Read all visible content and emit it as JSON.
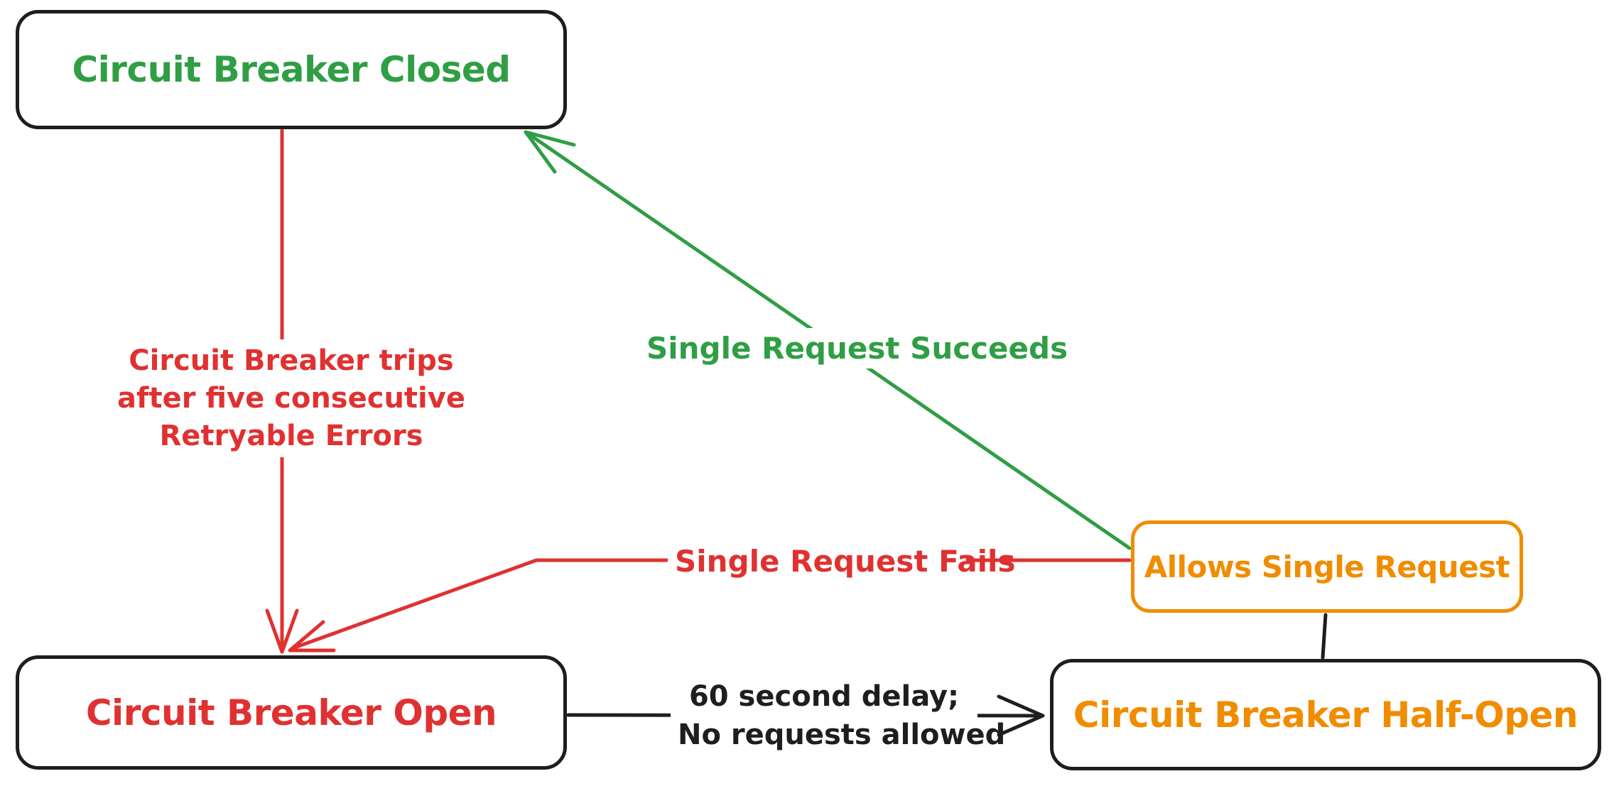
{
  "diagram": {
    "title": "Circuit Breaker state diagram",
    "colors": {
      "green": "#2f9e44",
      "red": "#e03131",
      "orange": "#f08c00",
      "black": "#1e1e1e",
      "background": "#ffffff"
    },
    "nodes": {
      "closed": {
        "label": "Circuit Breaker Closed",
        "text_color": "#2f9e44",
        "border_color": "#1e1e1e"
      },
      "open": {
        "label": "Circuit Breaker Open",
        "text_color": "#e03131",
        "border_color": "#1e1e1e"
      },
      "half_open": {
        "label": "Circuit Breaker Half-Open",
        "text_color": "#f08c00",
        "border_color": "#1e1e1e"
      },
      "allows": {
        "label": "Allows Single Request",
        "text_color": "#f08c00",
        "border_color": "#f08c00"
      }
    },
    "edges": {
      "trips": {
        "from": "closed",
        "to": "open",
        "color": "#e03131",
        "label_lines": [
          "Circuit Breaker trips",
          "after five consecutive",
          "Retryable Errors"
        ]
      },
      "fails": {
        "from": "allows",
        "to": "open",
        "color": "#e03131",
        "label": "Single Request Fails"
      },
      "succeeds": {
        "from": "allows",
        "to": "closed",
        "color": "#2f9e44",
        "label": "Single Request Succeeds"
      },
      "delay": {
        "from": "open",
        "to": "half_open",
        "color": "#1e1e1e",
        "label_lines": [
          "60 second delay;",
          "No requests allowed"
        ]
      },
      "allows_connector": {
        "from": "allows",
        "to": "half_open",
        "color": "#1e1e1e"
      }
    }
  }
}
